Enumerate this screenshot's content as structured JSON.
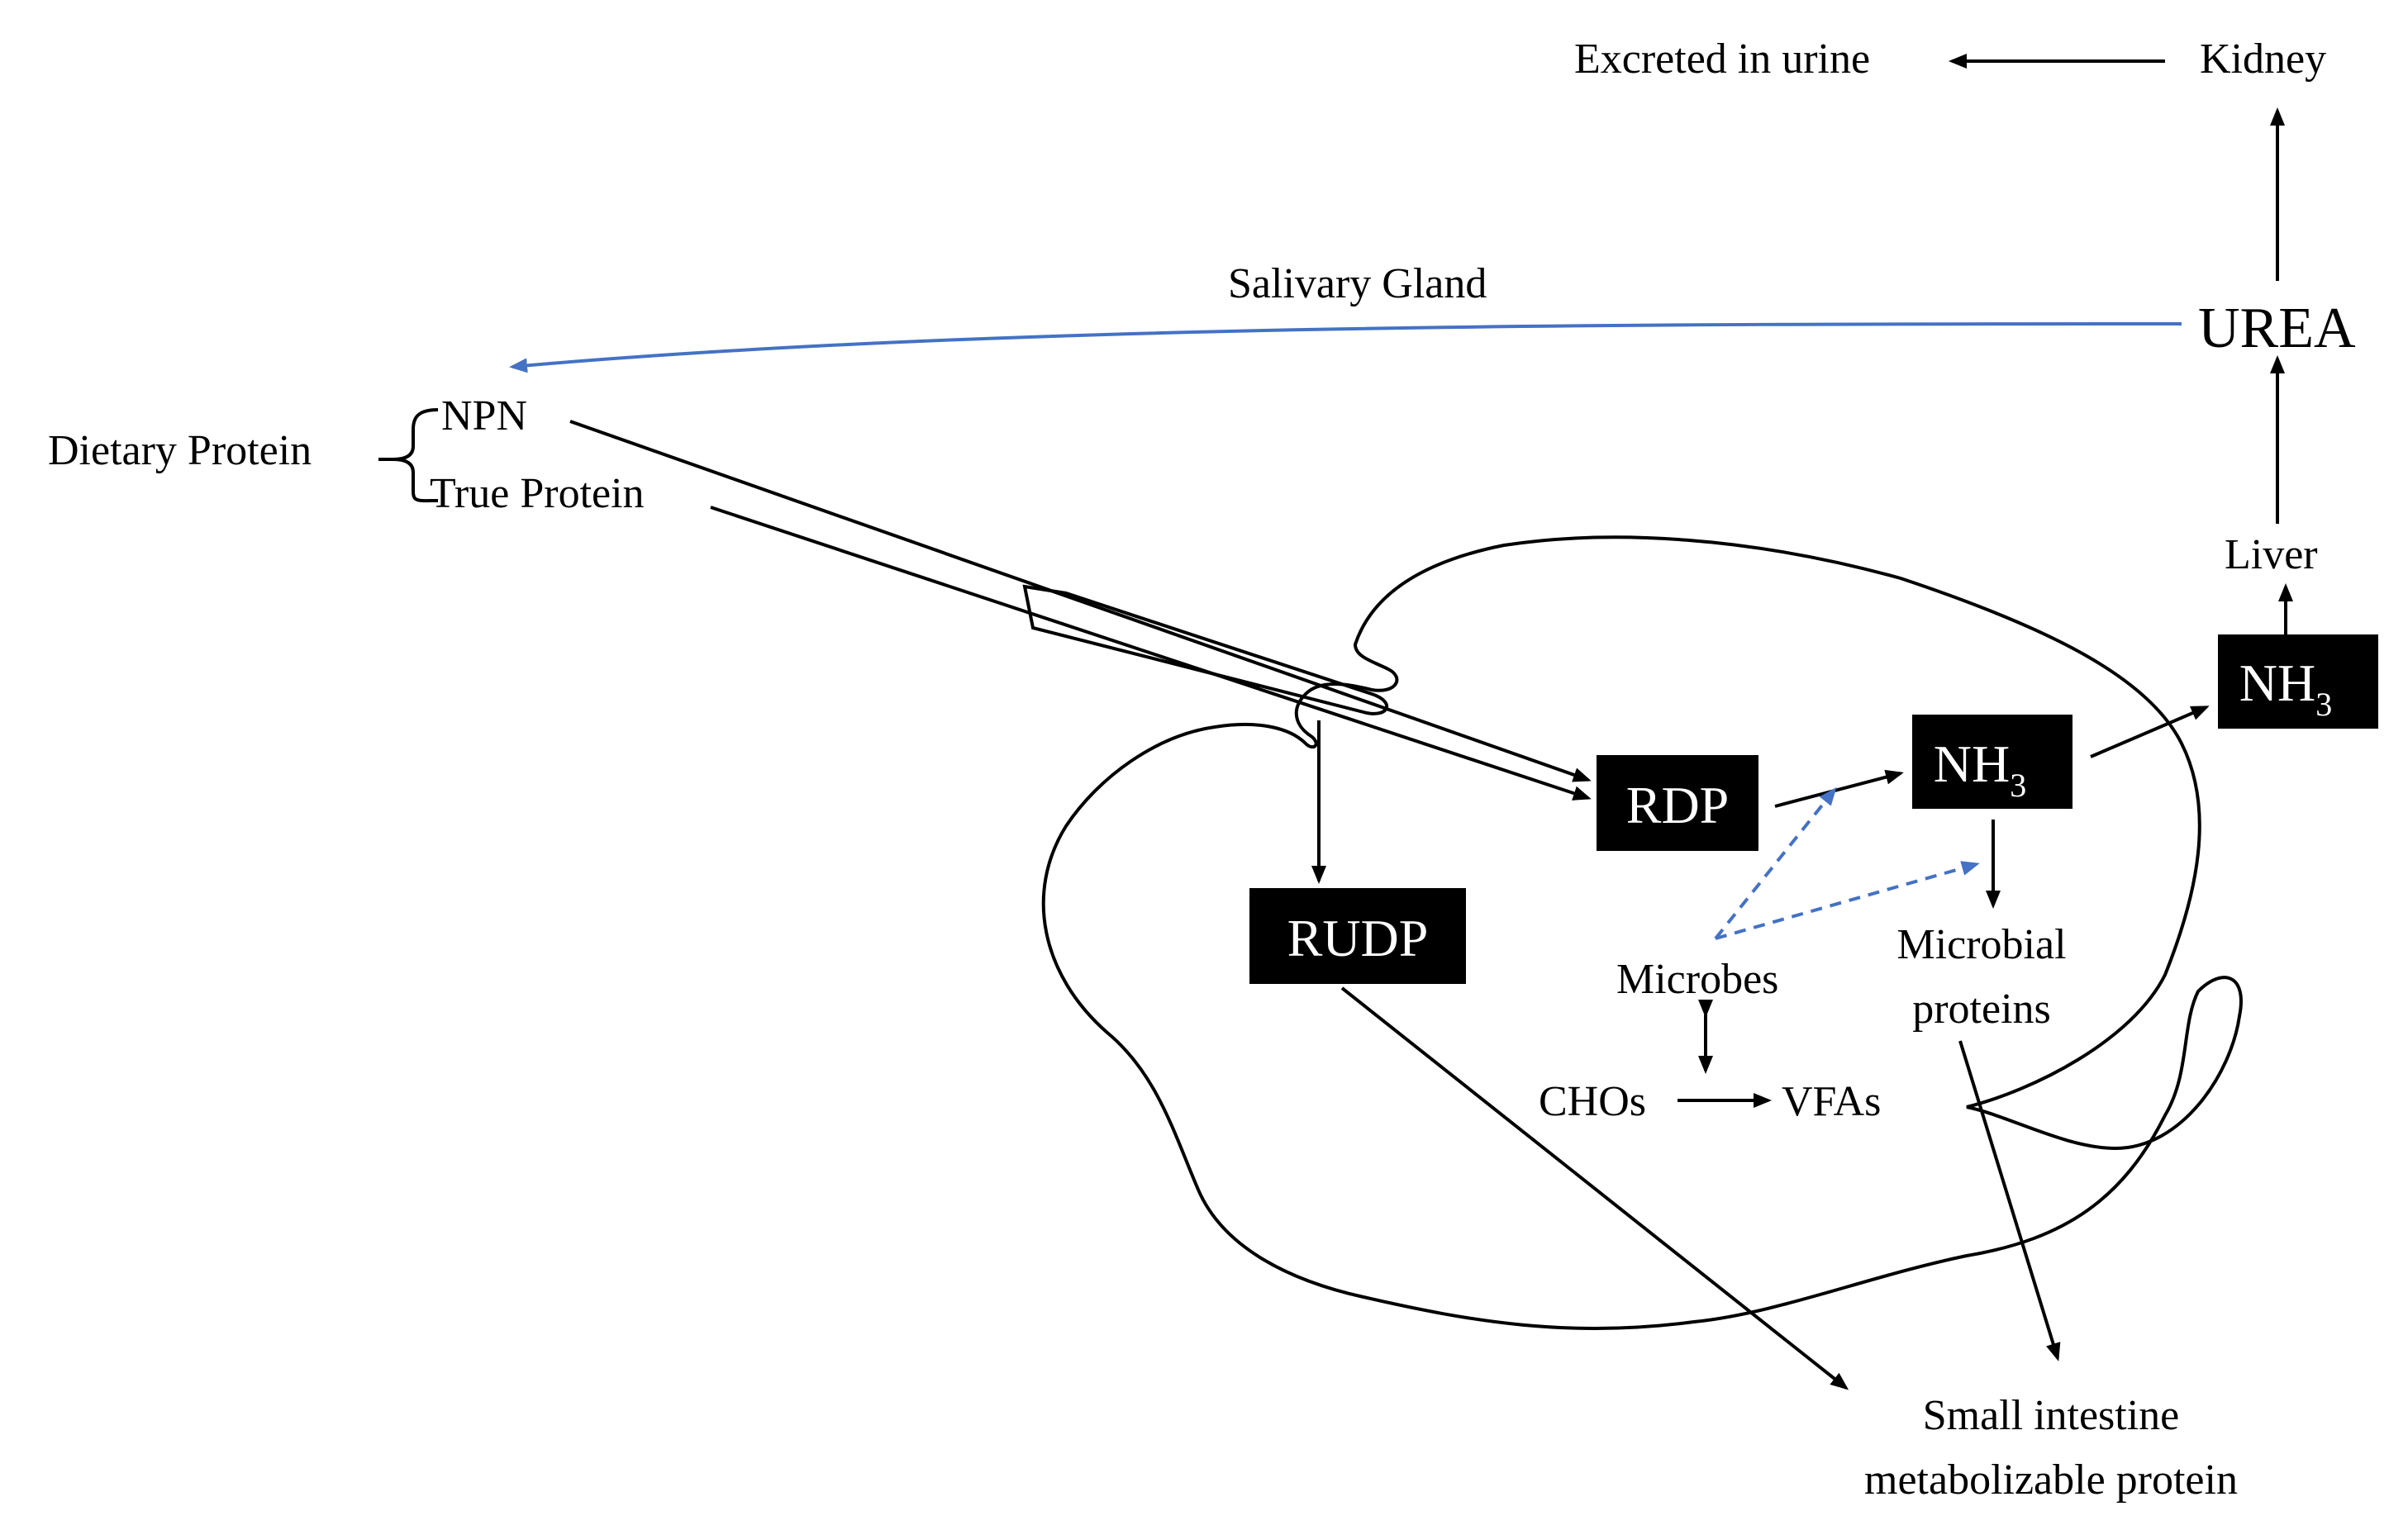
{
  "labels": {
    "excreted": "Excreted in urine",
    "kidney": "Kidney",
    "salivary": "Salivary Gland",
    "urea": "UREA",
    "dietary": "Dietary Protein",
    "npn": "NPN",
    "true_protein": "True Protein",
    "liver": "Liver",
    "nh3_box_main": "NH",
    "nh3_box_sub": "3",
    "nh3_liver_main": "NH",
    "nh3_liver_sub": "3",
    "rdp": "RDP",
    "rudp": "RUDP",
    "microbes": "Microbes",
    "microbial_line1": "Microbial",
    "microbial_line2": "proteins",
    "chos": "CHOs",
    "vfas": "VFAs",
    "small_intestine_line1": "Small intestine",
    "small_intestine_line2": "metabolizable protein"
  },
  "colors": {
    "blue_arrow": "#4472c4",
    "box_fill": "#000000",
    "box_text": "#ffffff",
    "line": "#000000"
  }
}
